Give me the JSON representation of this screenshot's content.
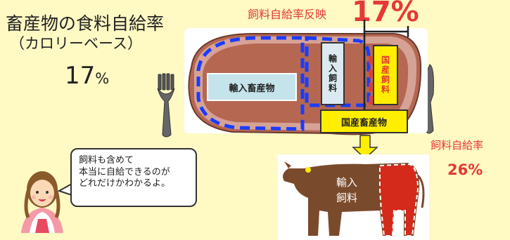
{
  "title": "畜産物の食料自給率",
  "subtitle": "（カロリーベース）",
  "calorie_rate": {
    "value": "17",
    "unit": "%"
  },
  "feed_reflected": {
    "label": "飼料自給率反映",
    "value": "17%"
  },
  "boxes": {
    "imported_livestock": "輸入畜産物",
    "imported_feed": "輸入飼料",
    "domestic_feed": "国産飼料",
    "domestic_livestock": "国産畜産物"
  },
  "feed_self_sufficiency": {
    "label": "飼料自給率",
    "value": "26%"
  },
  "speech": {
    "line1": "飼料も含めて",
    "line2": "本当に自給できるのが",
    "line3": "どれだけかわかるよ。"
  },
  "cow_label": "輸入\n飼料",
  "colors": {
    "background": "#fff9c4",
    "accent_red": "#e53935",
    "domestic_yellow": "#ffee00",
    "imported_blue": "#1a3cff"
  }
}
